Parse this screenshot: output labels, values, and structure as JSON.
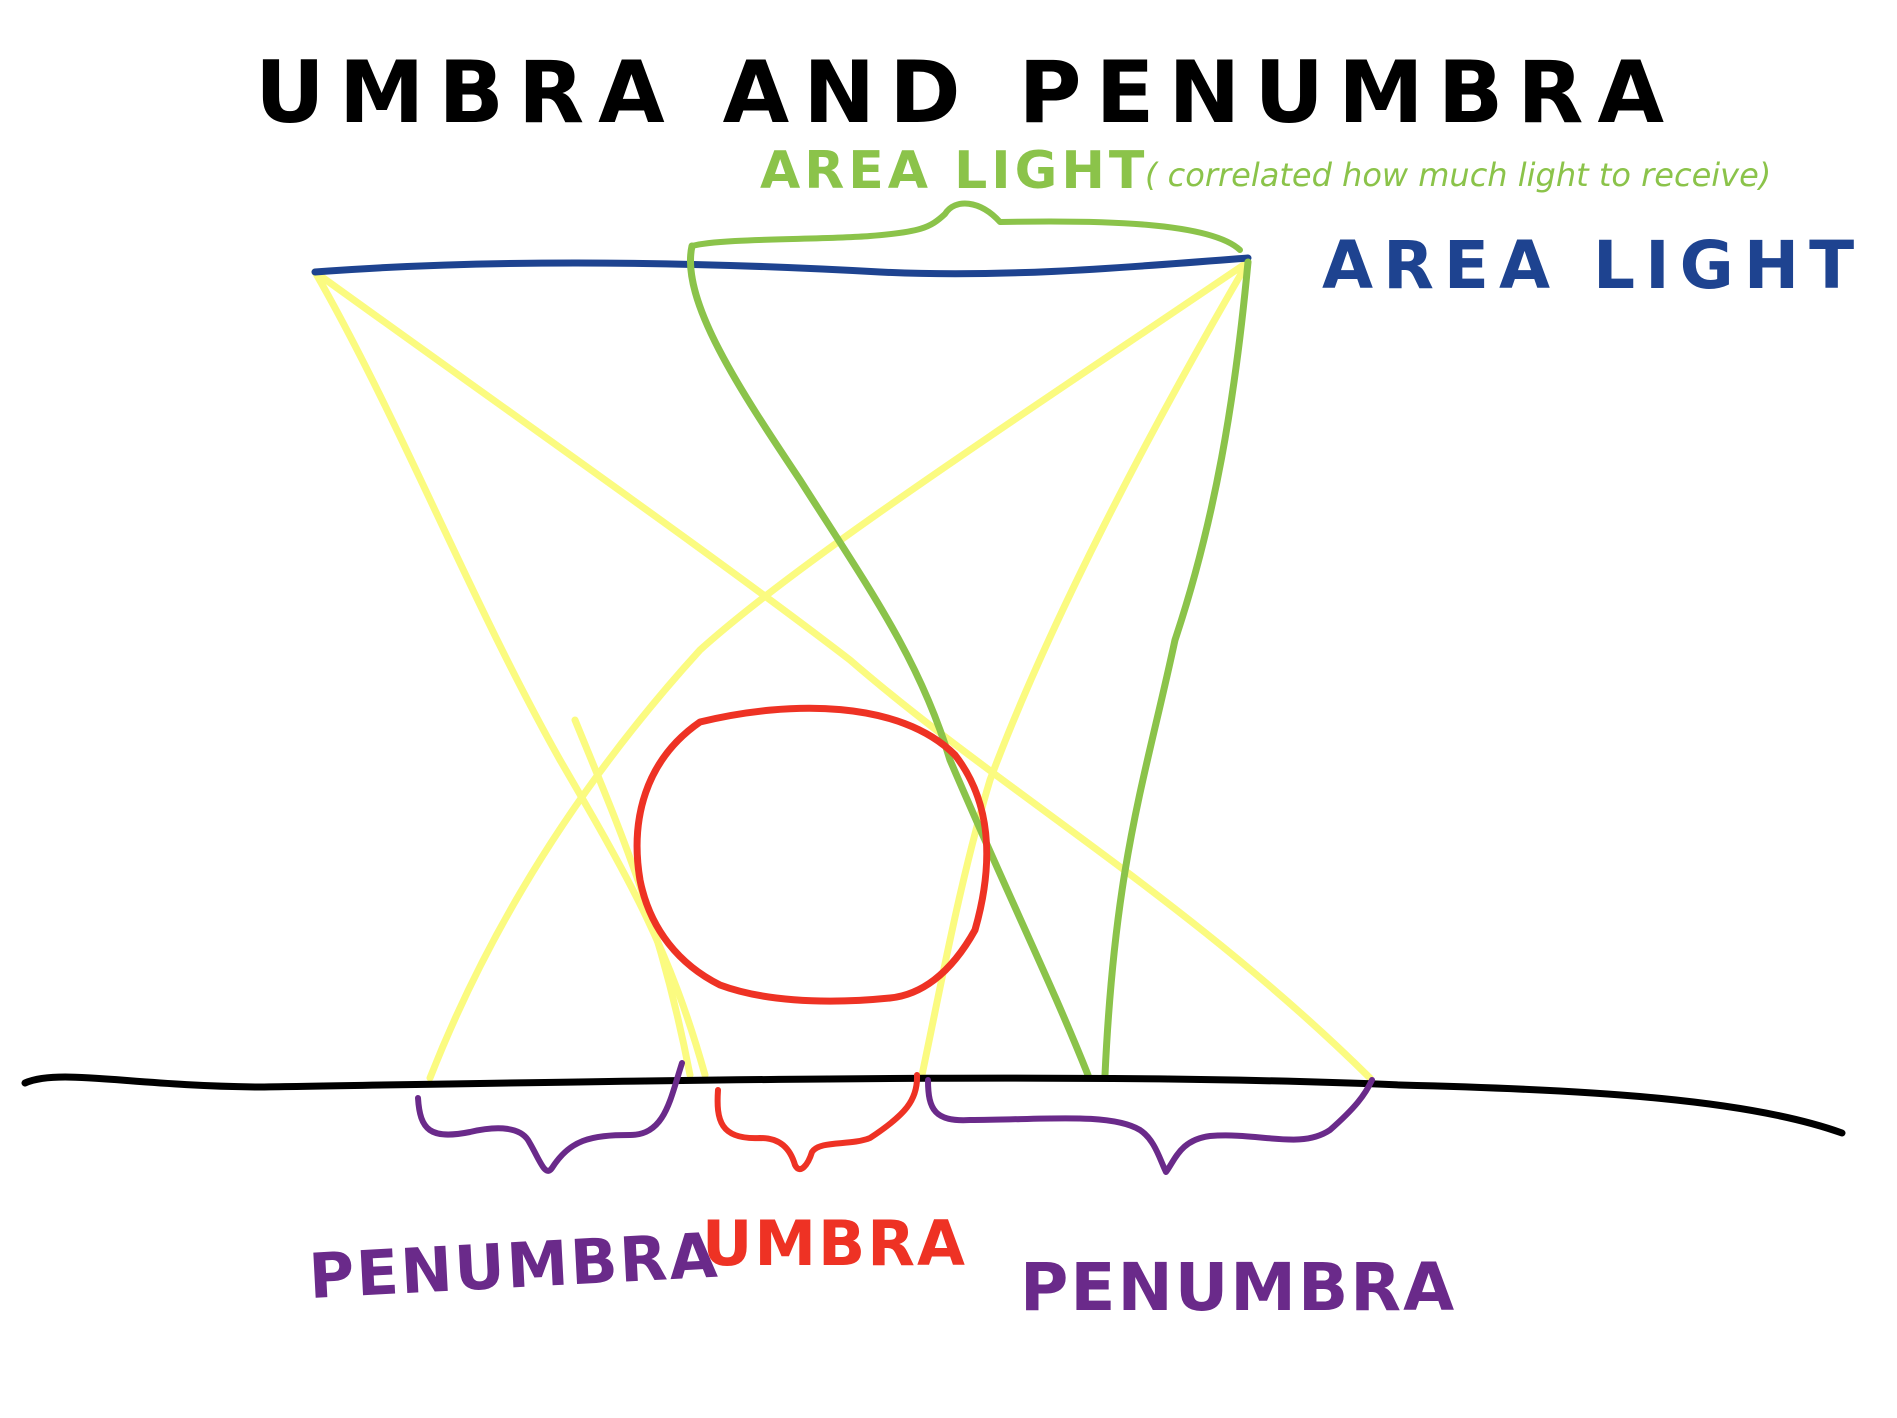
{
  "title": "UMBRA AND PENUMBRA",
  "labels": {
    "area_light_green": "AREA LIGHT",
    "area_light_note": "( correlated how much light to receive)",
    "area_light_blue": "AREA LIGHT",
    "penumbra_left": "PENUMBRA",
    "umbra": "UMBRA",
    "penumbra_right": "PENUMBRA"
  },
  "colors": {
    "title": "#000000",
    "area_light_green": "#8bc34a",
    "area_light_blue": "#1e4390",
    "light_rays": "#fbfb7a",
    "occluder": "#ee3224",
    "ground": "#000000",
    "penumbra": "#6a2a8a",
    "umbra": "#ee3224"
  }
}
